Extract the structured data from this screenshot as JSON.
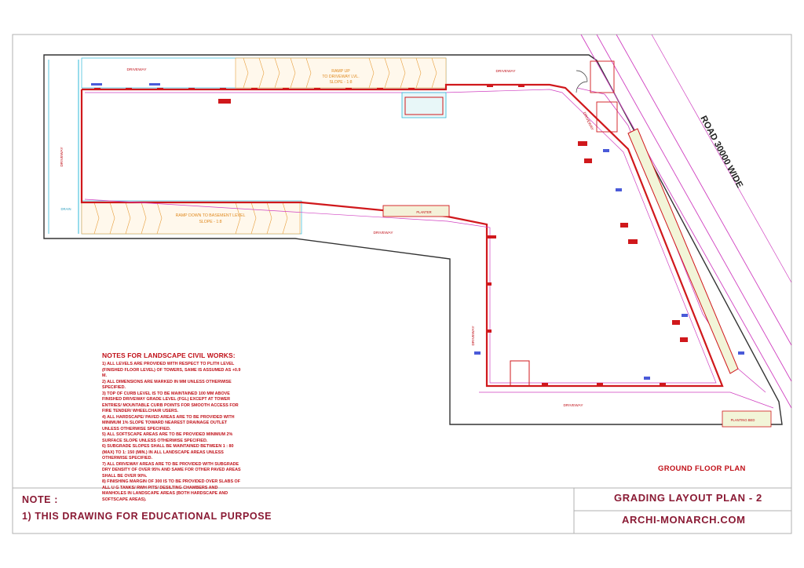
{
  "plan": {
    "road_label": "ROAD 30000 WIDE",
    "ramp_up_line1": "RAMP UP",
    "ramp_up_line2": "TO DRIVEWAY LVL.",
    "ramp_up_line3": "SLOPE - 1:8",
    "ramp_down_line1": "RAMP DOWN TO BASEMENT LEVEL",
    "ramp_down_line2": "SLOPE - 1:8",
    "driveway": "DRIVEWAY",
    "planter": "PLANTER",
    "planting_bed": "PLANTING BED",
    "drain": "DRAIN",
    "title": "GROUND FLOOR PLAN"
  },
  "notes": {
    "heading": "NOTES FOR LANDSCAPE CIVIL WORKS:",
    "items": [
      "1) ALL LEVELS ARE PROVIDED WITH RESPECT TO PLITH LEVEL (FINISHED FLOOR LEVEL) OF TOWERS, SAME IS ASSUMED AS +0.9 M.",
      "2) ALL DIMENSIONS ARE MARKED IN MM UNLESS OTHERWISE SPECIFIED.",
      "3) TOP OF CURB LEVEL IS TO BE MAINTAINED 100 MM ABOVE FINISHED DRIVEWAY GRADE LEVEL (FGL) EXCEPT AT TOWER ENTRIES/ MOUNTABLE CURB POINTS FOR SMOOTH ACCESS FOR FIRE TENDER/ WHEELCHAIR USERS.",
      "4) ALL HARDSCAPE/ PAVED AREAS ARE TO BE PROVIDED WITH MINIMUM 1% SLOPE TOWARD NEAREST DRAINAGE OUTLET UNLESS OTHERWISE SPECIFIED.",
      "5) ALL SOFTSCAPE AREAS ARE TO BE PROVIDED MINIMUM 2% SURFACE SLOPE UNLESS OTHERWISE SPECIFIED.",
      "6) SUBGRADE SLOPES SHALL BE MAINTAINED BETWEEN 1 : 80 (MAX) TO 1: 150 (MIN.) IN ALL LANDSCAPE AREAS UNLESS OTHERWISE SPECIFIED.",
      "7) ALL DRIVEWAY AREAS ARE TO BE PROVIDED WITH SUBGRADE DRY DENSITY OF OVER 95% AND SAME FOR OTHER PAVED AREAS SHALL BE OVER 90%.",
      "8) FINISHING MARGIN OF 300 IS TO BE PROVIDED OVER SLABS OF ALL U G TANKS/ RWH PITS/ DESILTING CHAMBERS AND MANHOLES IN LANDSCAPE AREAS (BOTH HARDSCAPE AND SOFTSCAPE AREAS)."
    ]
  },
  "title_block": {
    "note_heading": "NOTE :",
    "note_line": "1) THIS DRAWING FOR EDUCATIONAL PURPOSE",
    "drawing_title": "GRADING LAYOUT PLAN - 2",
    "website": "ARCHI-MONARCH.COM"
  },
  "colors": {
    "wall": "#d0181c",
    "boundary": "#3a3a3a",
    "curb": "#d040c0",
    "ramp": "#e8a040",
    "water": "#30b8d8",
    "title_text": "#8a1a34",
    "note_text": "#c01018"
  }
}
